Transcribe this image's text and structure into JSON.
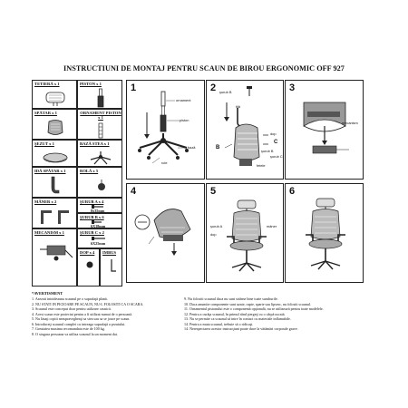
{
  "title": "INSTRUCTIUNI DE MONTAJ PENTRU SCAUN DE BIROU ERGONOMIC OFF 927",
  "subtitle": "SPATAR",
  "parts": [
    {
      "label": "TETIERĂ x 1",
      "icon": "headrest-icon"
    },
    {
      "label": "PISTON x 1",
      "icon": "piston-icon"
    },
    {
      "label": "SPĂTAR x 1",
      "icon": "backrest-icon"
    },
    {
      "label": "ORNAMENT PISTON x 1",
      "icon": "piston-cover-icon"
    },
    {
      "label": "ŞEZUT x 1",
      "icon": "seat-icon"
    },
    {
      "label": "BAZĂ STEA x 1",
      "icon": "star-base-icon"
    },
    {
      "label": "IDĂ SPĂTAR x 1",
      "icon": "back-support-icon"
    },
    {
      "label": "ROLĂ x 5",
      "icon": "caster-icon"
    },
    {
      "label": "MÂNER x 2",
      "icon": "armrest-icon"
    },
    {
      "label": "ŞURUB A x 4",
      "icon": "screw-a-icon",
      "size": "8x35mm"
    },
    {
      "label": "ŞURUB B x 6",
      "icon": "screw-b-icon",
      "size": "6X18mm"
    },
    {
      "label": "MECANISM x 1",
      "icon": "mechanism-icon"
    },
    {
      "label": "ŞURUB C x 2",
      "icon": "screw-c-icon",
      "size": "6X25mm"
    },
    {
      "label": "DOP x 4",
      "icon": "cap-icon"
    },
    {
      "label": "IMBUS",
      "icon": "allen-key-icon"
    }
  ],
  "steps": [
    {
      "num": "1",
      "captions": {
        "ornament": "ornament",
        "piston": "piston",
        "baza": "bază",
        "role": "role"
      }
    },
    {
      "num": "2",
      "captions": {
        "surub_b_top": "şurub B",
        "surub_b_right": "şurub B",
        "tija": "tijă",
        "dop": "dop",
        "surub_c": "şurub C",
        "b": "B",
        "c": "C",
        "fetele": "fetele"
      }
    },
    {
      "num": "3",
      "captions": {
        "mecanism": "mecanism"
      }
    },
    {
      "num": "4",
      "captions": {}
    },
    {
      "num": "5",
      "captions": {
        "surub_a": "şurub A",
        "maner": "mâner",
        "dop": "dop"
      }
    },
    {
      "num": "6",
      "captions": {}
    }
  ],
  "warnings_title": "*AVERTISMENT",
  "warnings_left": [
    "1. Asezati intotdeauna scaunul pe o suprafaţă plană.",
    "2. NU STATI IN PICIOARE PE SCAUN, NU-L FOLOSITI CA O SCARA.",
    "3. Scaunul este conceput doar pentru utilizare casnică.",
    "4. Acest scaun este proiectat pentru a fi utilizat numai de o persoană.",
    "5. Nu lăsaţi copiii neaspravegheaţi sa stea sau sa se joace pe scaun.",
    "6. Introduceţi scaunul complet cu intreaga suprafaţă a şezutului.",
    "7. Greutatea maxima recomandata este de 100 kg.",
    "8. O singura persoana va utiliza scaunul la un moment dat."
  ],
  "warnings_right": [
    "9. Nu folositi scaunul daca nu sunt strânse bine toate suruburile.",
    "10. Daca anumite componente sunt uzate, rupte, sparte sau lipsesc, nu folositi scaunul.",
    "11. Ornamentul pistonului este o componentă opţională, nu se utilizează pentru toate modelele.",
    "12. Pentru a curăţa scaunul, în primul rând ştergeţi cu o cârpă uscată.",
    "13. Nu se permite ca scaunul să intre în contact cu materiale inflamabile.",
    "14. Pentru a muta scaunul, trebuie să o ridicaţi.",
    "14. Nerespectarea acestor instrucţiuni poate duce la vătămări corporale grave."
  ]
}
